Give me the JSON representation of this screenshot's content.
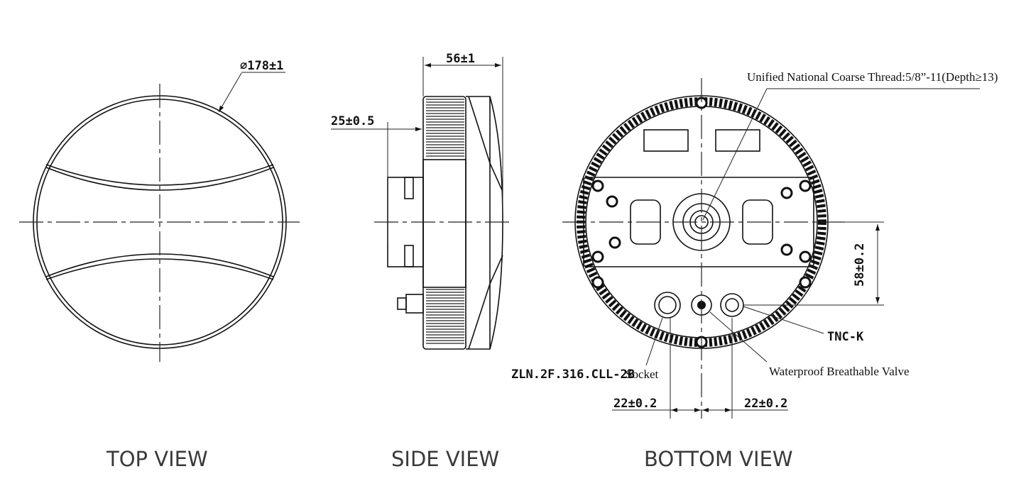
{
  "views": {
    "top": {
      "caption": "TOP VIEW",
      "diameter_dim": "⌀178±1"
    },
    "side": {
      "caption": "SIDE VIEW",
      "height_dim": "56±1",
      "offset_dim": "25±0.5"
    },
    "bottom": {
      "caption": "BOTTOM VIEW",
      "thread_note": "Unified National Coarse Thread:5/8”-11(Depth≥13)",
      "vertical_dim": "58±0.2",
      "tnc_label": "TNC-K",
      "socket_code": "ZLN.2F.316.CLL-2B",
      "socket_label": "Socket",
      "valve_label": "Waterproof Breathable Valve",
      "left_spacing_dim": "22±0.2",
      "right_spacing_dim": "22±0.2"
    }
  }
}
